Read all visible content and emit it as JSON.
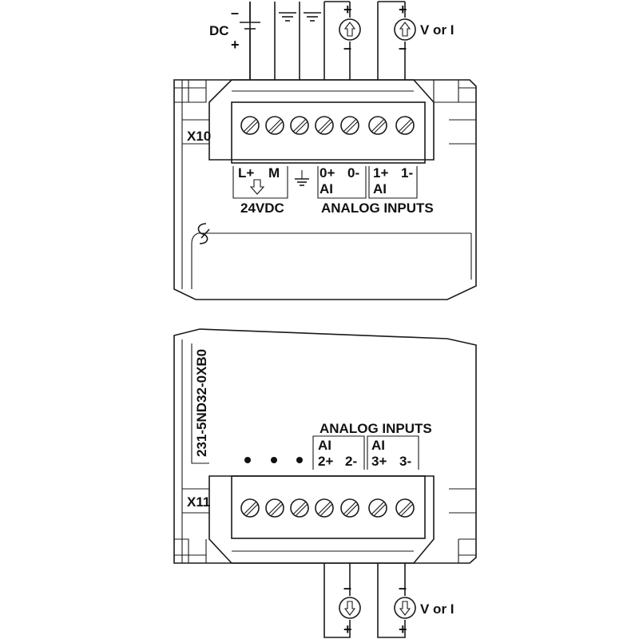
{
  "top": {
    "connector_label": "X10",
    "supply": {
      "label": "DC",
      "minus": "–",
      "plus": "+"
    },
    "terminals": {
      "lplus": "L+",
      "m": "M",
      "ai0_pos": "0+",
      "ai0_neg": "0-",
      "ai0_ai": "AI",
      "ai1_pos": "1+",
      "ai1_neg": "1-",
      "ai1_ai": "AI"
    },
    "group_24vdc": "24VDC",
    "group_analog": "ANALOG INPUTS",
    "source_sign_plus": "+",
    "source_sign_minus": "–",
    "source_label": "V or I"
  },
  "bottom": {
    "connector_label": "X11",
    "part_number": "231-5ND32-0XB0",
    "group_analog": "ANALOG INPUTS",
    "terminals": {
      "ai2_ai": "AI",
      "ai2_pos": "2+",
      "ai2_neg": "2-",
      "ai3_ai": "AI",
      "ai3_pos": "3+",
      "ai3_neg": "3-"
    },
    "source_sign_plus": "+",
    "source_sign_minus": "–",
    "source_label": "V or I"
  },
  "colors": {
    "line": "#1a1a1a",
    "background": "#ffffff",
    "shade": "#d9d9d9"
  },
  "icons": [
    "screw-terminal-icon",
    "ground-icon",
    "current-source-icon",
    "battery-icon",
    "arrow-down-icon",
    "siemens-logo-icon"
  ]
}
